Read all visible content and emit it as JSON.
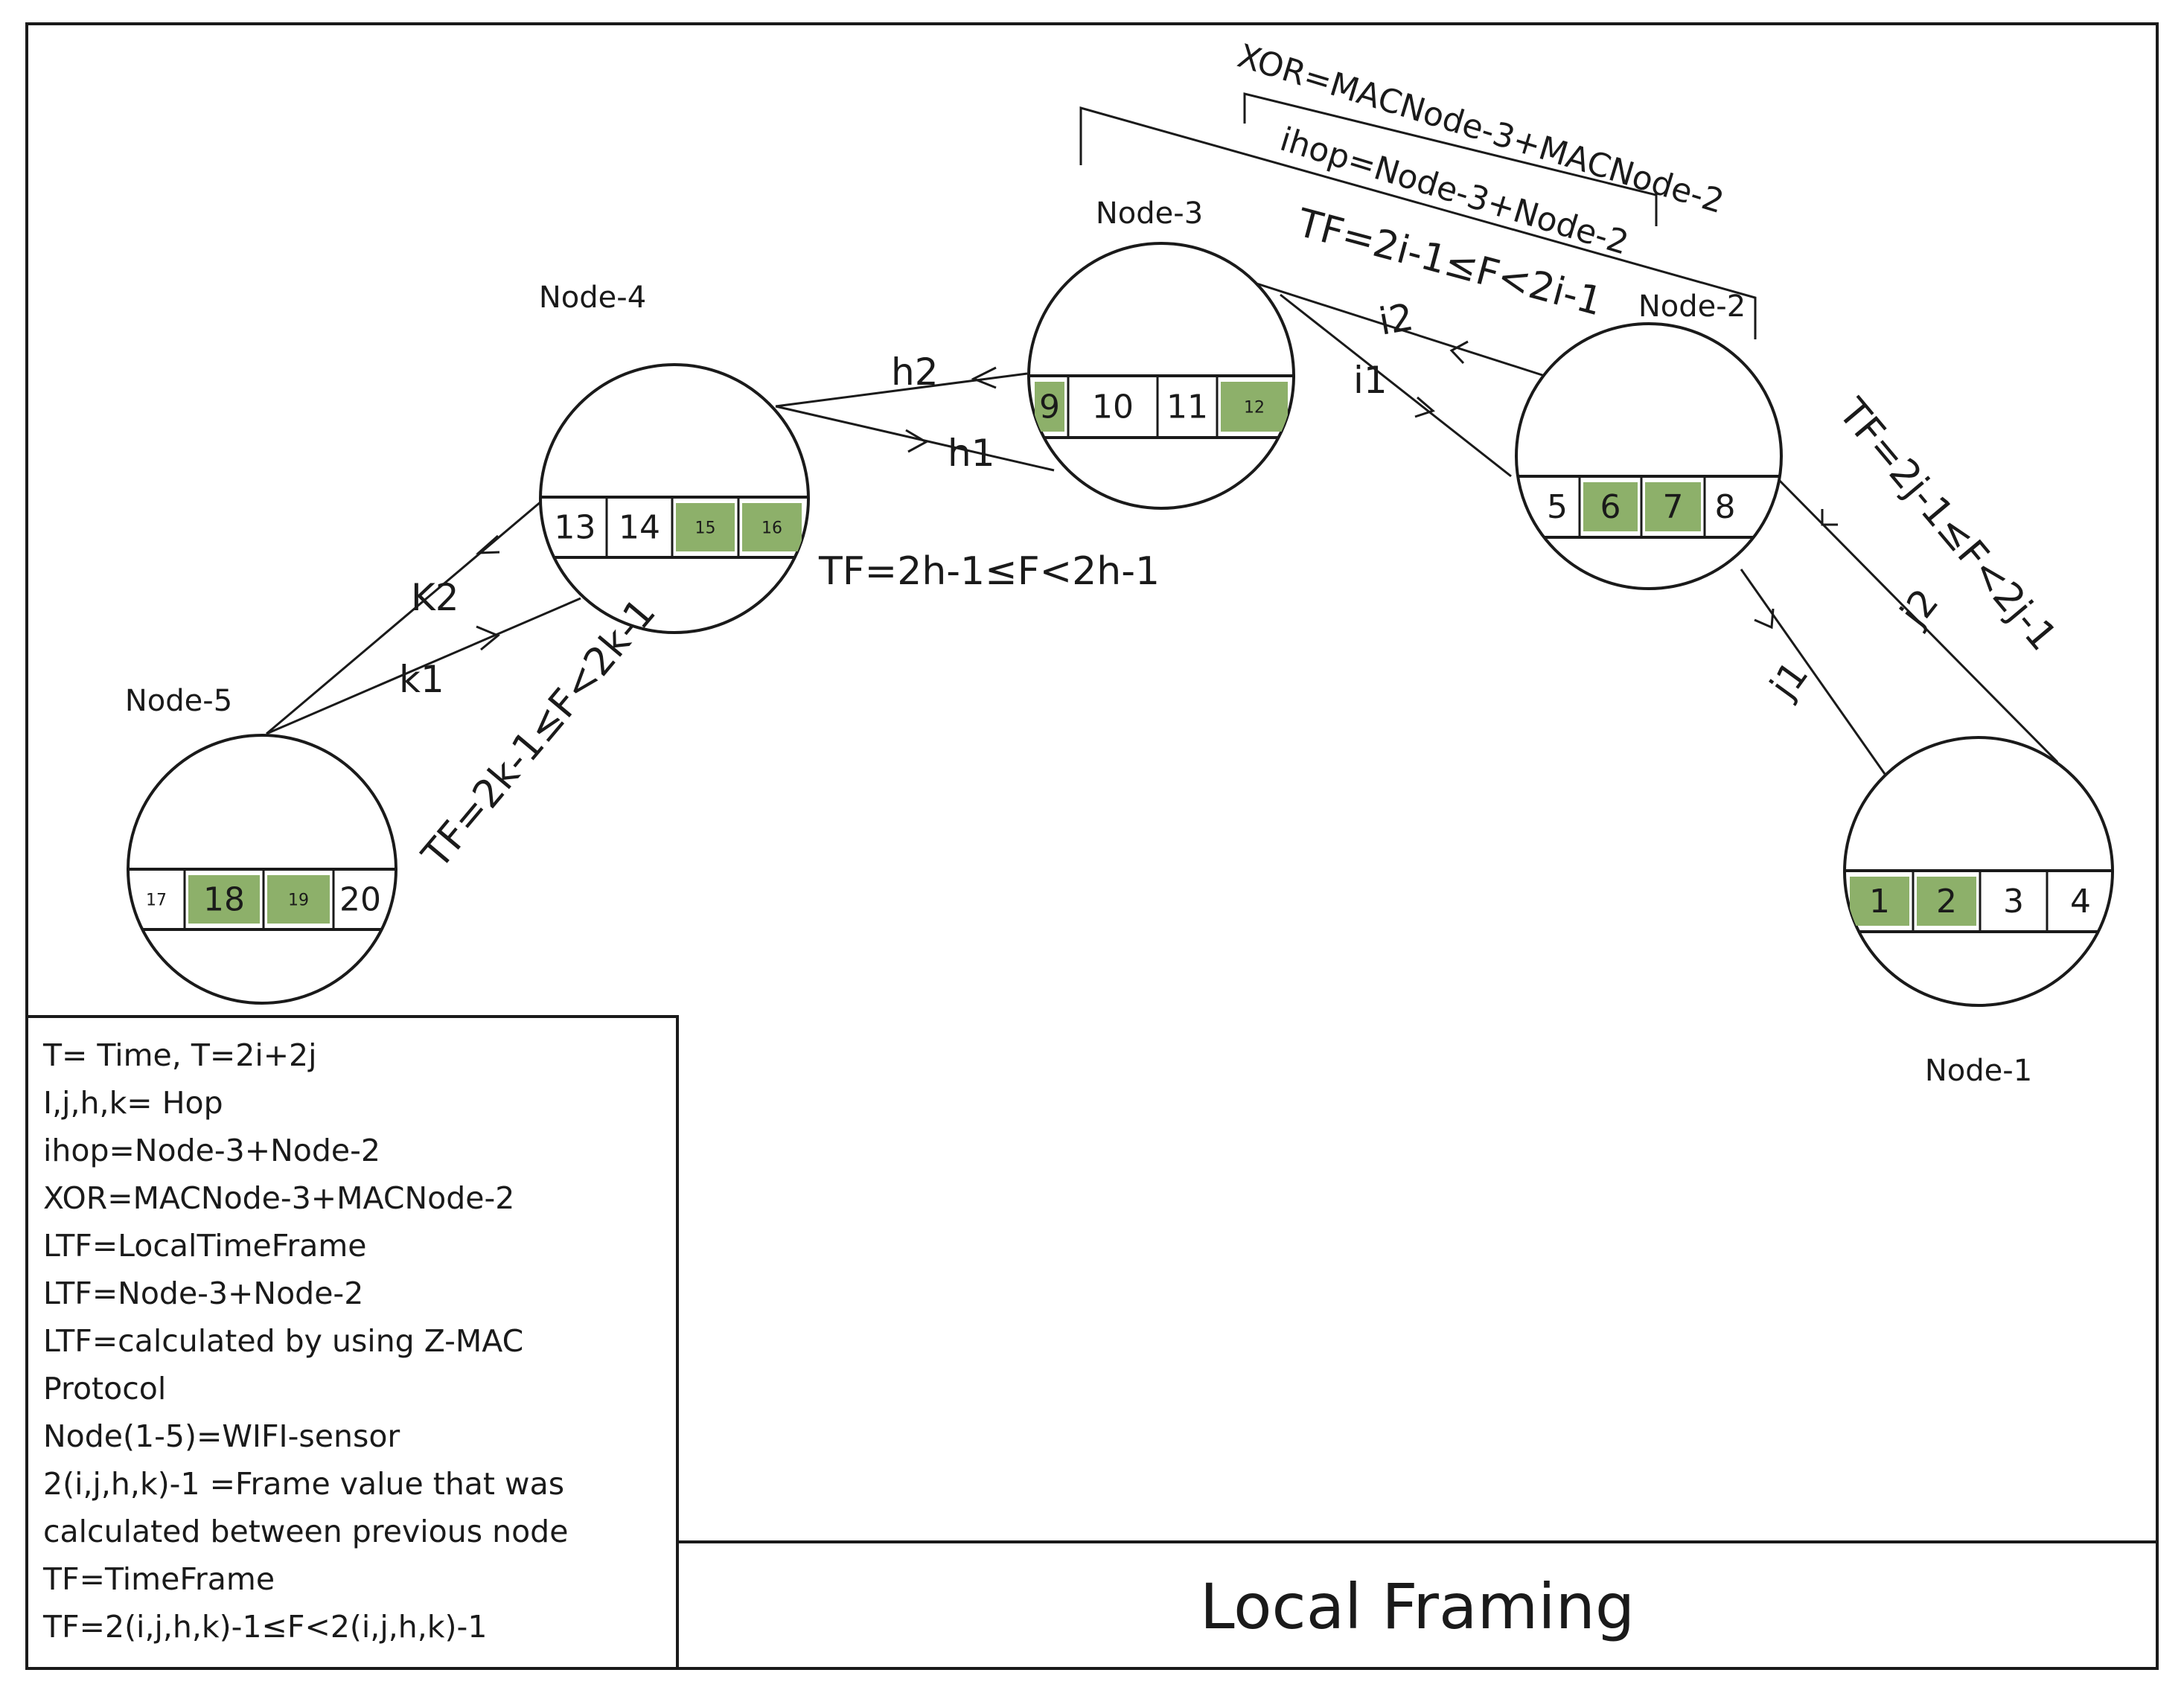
{
  "title": "Local Framing",
  "nodes": [
    {
      "id": "node-1",
      "label": "Node-1",
      "slots": [
        "1",
        "2",
        "3",
        "4"
      ],
      "highlighted": [
        true,
        true,
        false,
        false
      ]
    },
    {
      "id": "node-2",
      "label": "Node-2",
      "slots": [
        "5",
        "6",
        "7",
        "8"
      ],
      "highlighted": [
        false,
        true,
        true,
        false
      ]
    },
    {
      "id": "node-3",
      "label": "Node-3",
      "slots": [
        "9",
        "10",
        "11",
        "12"
      ],
      "highlighted": [
        true,
        false,
        false,
        true
      ]
    },
    {
      "id": "node-4",
      "label": "Node-4",
      "slots": [
        "13",
        "14",
        "15",
        "16"
      ],
      "highlighted": [
        false,
        false,
        true,
        true
      ]
    },
    {
      "id": "node-5",
      "label": "Node-5",
      "slots": [
        "17",
        "18",
        "19",
        "20"
      ],
      "highlighted": [
        false,
        true,
        true,
        false
      ]
    }
  ],
  "edge_labels": {
    "j1": "j1",
    "j2_right": "j2",
    "i1": "i1",
    "i2": "i2",
    "h1": "h1",
    "h2": "h2",
    "k1": "k1",
    "k2": "K2"
  },
  "formulas": {
    "tf_j": "TF=2j-1≤F<2j-1",
    "tf_i": "TF=2i-1≤F<2i-1",
    "tf_h": "TF=2h-1≤F<2h-1",
    "tf_k": "TF=2k-1≤F<2k-1",
    "bracket_xor": "XOR=MACNode-3+MACNode-2",
    "bracket_ihop": "ihop=Node-3+Node-2"
  },
  "legend": [
    "T= Time, T=2i+2j",
    "I,j,h,k= Hop",
    "ihop=Node-3+Node-2",
    "XOR=MACNode-3+MACNode-2",
    "LTF=LocalTimeFrame",
    "LTF=Node-3+Node-2",
    "LTF=calculated by using Z-MAC",
    "Protocol",
    "Node(1-5)=WIFI-sensor",
    "2(i,j,h,k)-1 =Frame value that was",
    "calculated between previous node",
    "TF=TimeFrame",
    "TF=2(i,j,h,k)-1≤F<2(i,j,h,k)-1"
  ],
  "colors": {
    "slot_highlight": "#8db06a",
    "stroke": "#1a1a1a",
    "background": "#ffffff"
  }
}
